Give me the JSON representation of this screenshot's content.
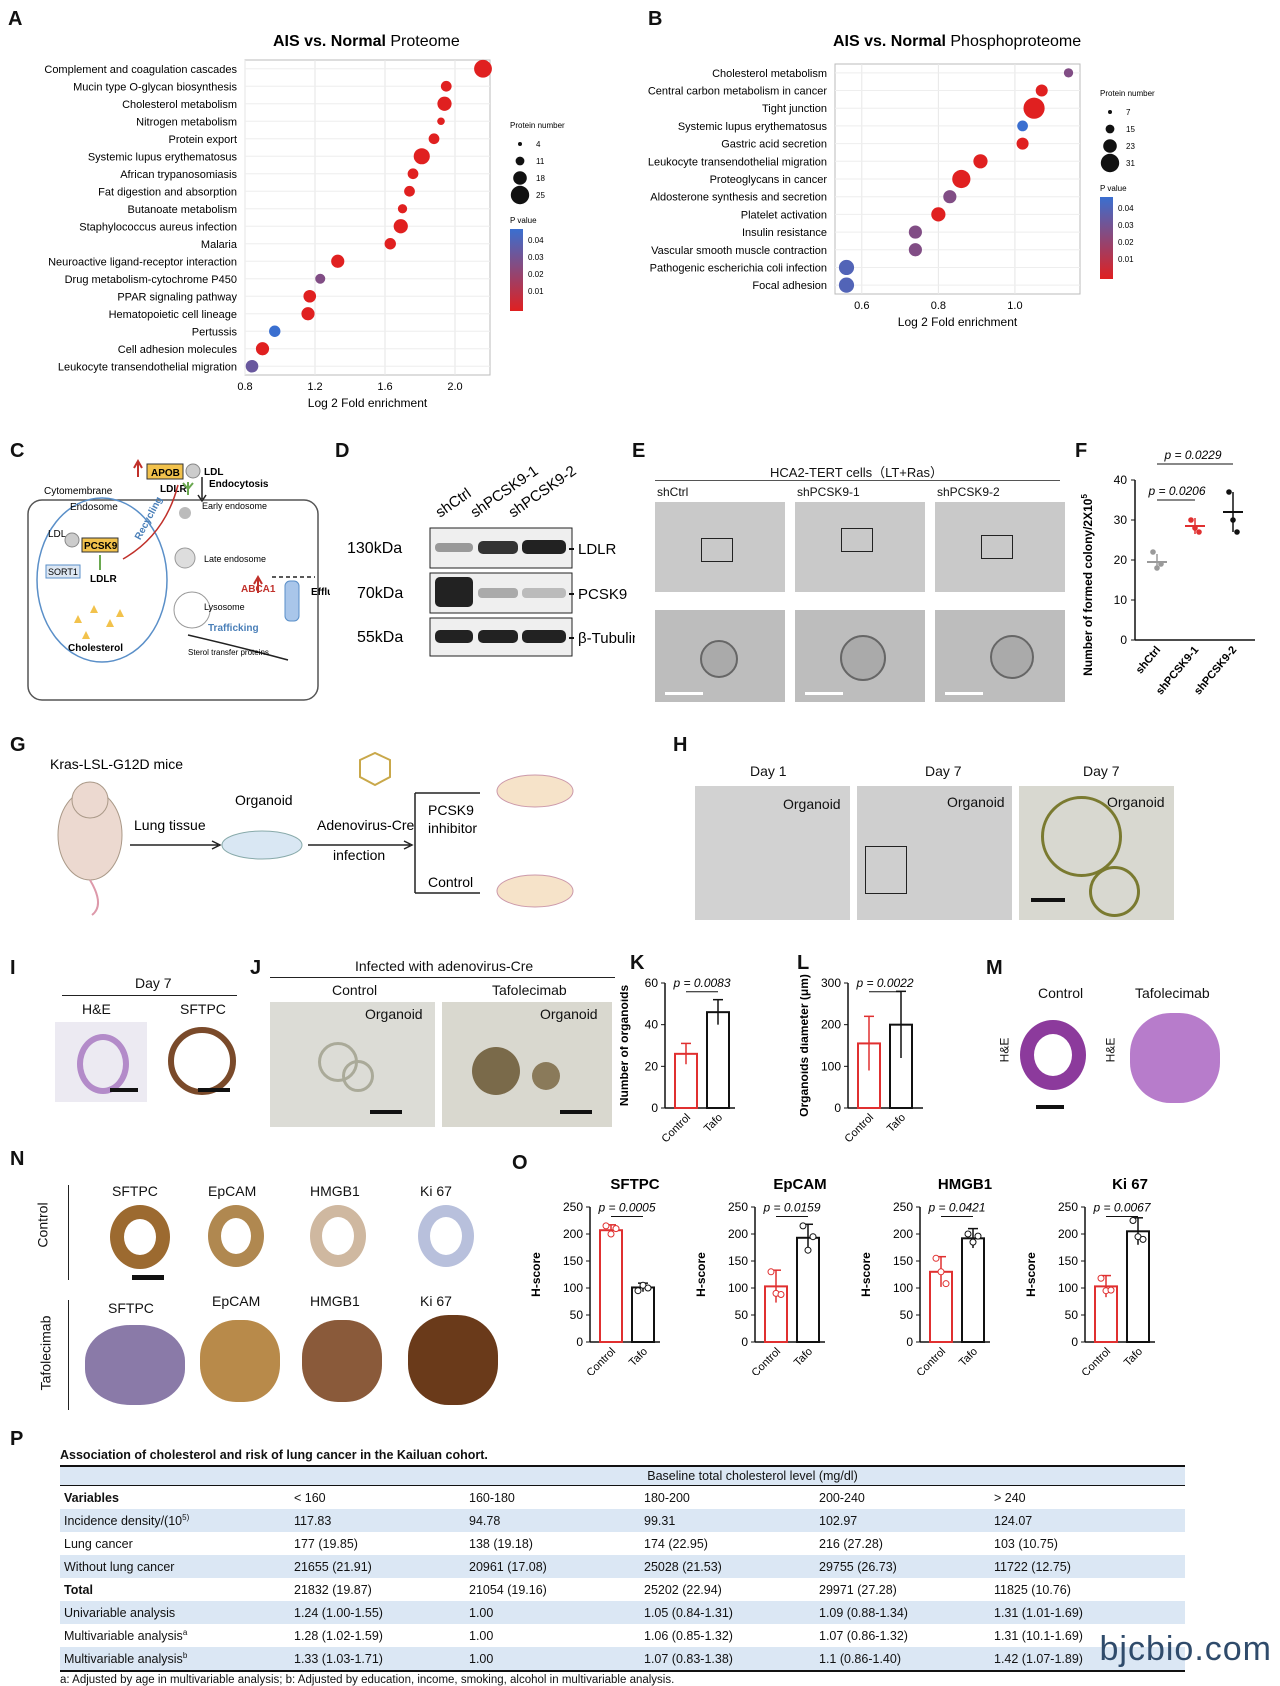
{
  "panels": [
    "A",
    "B",
    "C",
    "D",
    "E",
    "F",
    "G",
    "H",
    "I",
    "J",
    "K",
    "L",
    "M",
    "N",
    "O",
    "P"
  ],
  "chart_data": [
    {
      "id": "A",
      "type": "scatter",
      "title": {
        "bold": "AIS vs. Normal",
        "rest": "Proteome"
      },
      "xlabel": "Log 2 Fold enrichment",
      "xticks": [
        "0.8",
        "1.2",
        "1.6",
        "2.0"
      ],
      "xlim": [
        0.8,
        2.2
      ],
      "size_legend_title": "Protein number",
      "size_legend": [
        "4",
        "11",
        "18",
        "25"
      ],
      "color_legend_title": "P value",
      "color_legend": [
        "0.04",
        "0.03",
        "0.02",
        "0.01"
      ],
      "colors": {
        "low": "#e02020",
        "high": "#3a6fd0"
      },
      "terms": [
        "Complement and coagulation cascades",
        "Mucin type O-glycan biosynthesis",
        "Cholesterol metabolism",
        "Nitrogen metabolism",
        "Protein export",
        "Systemic lupus erythematosus",
        "African trypanosomiasis",
        "Fat digestion and absorption",
        "Butanoate metabolism",
        "Staphylococcus aureus infection",
        "Malaria",
        "Neuroactive ligand-receptor interaction",
        "Drug metabolism-cytochrome  P450",
        "PPAR signaling pathway",
        "Hematopoietic cell lineage",
        "Pertussis",
        "Cell adhesion molecules",
        "Leukocyte transendothelial  migration"
      ],
      "x": [
        2.16,
        1.95,
        1.94,
        1.92,
        1.88,
        1.81,
        1.76,
        1.74,
        1.7,
        1.69,
        1.63,
        1.33,
        1.23,
        1.17,
        1.16,
        0.97,
        0.9,
        0.84
      ],
      "size": [
        22,
        8,
        14,
        4,
        8,
        18,
        8,
        8,
        6,
        14,
        9,
        12,
        7,
        11,
        12,
        9,
        12,
        11
      ],
      "p": [
        0.01,
        0.01,
        0.01,
        0.01,
        0.01,
        0.01,
        0.01,
        0.01,
        0.01,
        0.01,
        0.01,
        0.01,
        0.03,
        0.01,
        0.01,
        0.045,
        0.01,
        0.035
      ]
    },
    {
      "id": "B",
      "type": "scatter",
      "title": {
        "bold": "AIS vs. Normal",
        "rest": "Phosphoproteome"
      },
      "xlabel": "Log 2 Fold enrichment",
      "xticks": [
        "0.6",
        "0.8",
        "1.0"
      ],
      "xlim": [
        0.53,
        1.17
      ],
      "size_legend_title": "Protein number",
      "size_legend": [
        "7",
        "15",
        "23",
        "31"
      ],
      "color_legend_title": "P value",
      "color_legend": [
        "0.04",
        "0.03",
        "0.02",
        "0.01"
      ],
      "colors": {
        "low": "#e02020",
        "high": "#3a6fd0"
      },
      "terms": [
        "Cholesterol metabolism",
        "Central carbon metabolism in cancer",
        "Tight junction",
        "Systemic lupus erythematosus",
        "Gastric acid secretion",
        "Leukocyte transendothelial  migration",
        "Proteoglycans  in cancer",
        "Aldosterone  synthesis  and  secretion",
        "Platelet activation",
        "Insulin  resistance",
        "Vascular smooth muscle contraction",
        "Pathogenic escherichia coli infection",
        "Focal adhesion"
      ],
      "x": [
        1.14,
        1.07,
        1.05,
        1.02,
        1.02,
        0.91,
        0.86,
        0.83,
        0.8,
        0.74,
        0.74,
        0.56,
        0.56
      ],
      "size": [
        6,
        10,
        31,
        8,
        10,
        14,
        23,
        12,
        14,
        12,
        12,
        16,
        16
      ],
      "p": [
        0.03,
        0.01,
        0.01,
        0.045,
        0.01,
        0.01,
        0.01,
        0.03,
        0.01,
        0.03,
        0.03,
        0.04,
        0.04
      ]
    },
    {
      "id": "F",
      "type": "scatter",
      "ylabel": "Number of formed colony/2X10",
      "ylabel_sup": "5",
      "categories": [
        "shCtrl",
        "shPCSK9-1",
        "shPCSK9-2"
      ],
      "ylim": [
        0,
        40
      ],
      "yticks": [
        "0",
        "10",
        "20",
        "30",
        "40"
      ],
      "means": [
        19.5,
        28.5,
        32
      ],
      "sd": [
        2,
        2,
        5
      ],
      "points": [
        [
          22,
          18,
          19
        ],
        [
          30,
          28,
          27
        ],
        [
          37,
          30,
          27
        ]
      ],
      "pvalues": [
        "p = 0.0206",
        "p = 0.0229"
      ],
      "colors": [
        "#9a9a9a",
        "#e03030",
        "#111111"
      ]
    },
    {
      "id": "K",
      "type": "bar",
      "ylabel": "Number of organoids",
      "categories": [
        "Control",
        "Tafo"
      ],
      "values": [
        26,
        46
      ],
      "sd": [
        5,
        6
      ],
      "ylim": [
        0,
        60
      ],
      "yticks": [
        "0",
        "20",
        "40",
        "60"
      ],
      "pvalue": "p = 0.0083"
    },
    {
      "id": "L",
      "type": "bar",
      "ylabel": "Organoids diameter (μm)",
      "categories": [
        "Control",
        "Tafo"
      ],
      "values": [
        155,
        200
      ],
      "sd": [
        65,
        80
      ],
      "ylim": [
        0,
        300
      ],
      "yticks": [
        "0",
        "100",
        "200",
        "300"
      ],
      "pvalue": "p = 0.0022"
    },
    {
      "id": "O1",
      "type": "bar",
      "title": "SFTPC",
      "ylabel": "H-score",
      "categories": [
        "Control",
        "Tafo"
      ],
      "values": [
        207,
        101
      ],
      "sd": [
        10,
        8
      ],
      "points": [
        [
          215,
          200,
          210
        ],
        [
          95,
          105,
          100
        ]
      ],
      "ylim": [
        0,
        250
      ],
      "yticks": [
        "0",
        "50",
        "100",
        "150",
        "200",
        "250"
      ],
      "pvalue": "p = 0.0005"
    },
    {
      "id": "O2",
      "type": "bar",
      "title": "EpCAM",
      "ylabel": "H-score",
      "categories": [
        "Control",
        "Tafo"
      ],
      "values": [
        103,
        193
      ],
      "sd": [
        30,
        25
      ],
      "points": [
        [
          130,
          90,
          88
        ],
        [
          215,
          170,
          195
        ]
      ],
      "ylim": [
        0,
        250
      ],
      "yticks": [
        "0",
        "50",
        "100",
        "150",
        "200",
        "250"
      ],
      "pvalue": "p = 0.0159"
    },
    {
      "id": "O3",
      "type": "bar",
      "title": "HMGB1",
      "ylabel": "H-score",
      "categories": [
        "Control",
        "Tafo"
      ],
      "values": [
        130,
        192
      ],
      "sd": [
        28,
        18
      ],
      "points": [
        [
          155,
          130,
          108
        ],
        [
          200,
          185,
          196
        ]
      ],
      "ylim": [
        0,
        250
      ],
      "yticks": [
        "0",
        "50",
        "100",
        "150",
        "200",
        "250"
      ],
      "pvalue": "p = 0.0421"
    },
    {
      "id": "O4",
      "type": "bar",
      "title": "Ki 67",
      "ylabel": "H-score",
      "categories": [
        "Control",
        "Tafo"
      ],
      "values": [
        103,
        205
      ],
      "sd": [
        20,
        25
      ],
      "points": [
        [
          118,
          95,
          96
        ],
        [
          225,
          195,
          190
        ]
      ],
      "ylim": [
        0,
        250
      ],
      "yticks": [
        "0",
        "50",
        "100",
        "150",
        "200",
        "250"
      ],
      "pvalue": "p = 0.0067"
    }
  ],
  "panel_C": {
    "cytomembrane": "Cytomembrane",
    "apob": "APOB",
    "ldl_top": "LDL",
    "ldlr_top": "LDLR",
    "endocytosis": "Endocytosis",
    "endosome": "Endosome",
    "ldl_in": "LDL",
    "pcsk9": "PCSK9",
    "sort1": "SORT1",
    "ldlr_in": "LDLR",
    "recycling": "Recycling",
    "early": "Early endosome",
    "late": "Late endosome",
    "lysosome": "Lysosome",
    "abca1": "ABCA1",
    "efflux": "Efflux",
    "trafficking": "Trafficking",
    "sterol": "Sterol transfer proteins",
    "cholesterol": "Cholesterol"
  },
  "panel_D": {
    "lanes": [
      "shCtrl",
      "shPCSK9-1",
      "shPCSK9-2"
    ],
    "markers": [
      "130kDa",
      "70kDa",
      "55kDa"
    ],
    "bands": [
      "LDLR",
      "PCSK9",
      "β-Tubulin"
    ]
  },
  "panel_E": {
    "title": "HCA2-TERT cells（LT+Ras）",
    "labels": [
      "shCtrl",
      "shPCSK9-1",
      "shPCSK9-2"
    ]
  },
  "panel_G": {
    "mice": "Kras-LSL-G12D mice",
    "lung": "Lung tissue",
    "organoid": "Organoid",
    "adeno": "Adenovirus-Cre",
    "infection": "infection",
    "inhibitor1": "PCSK9",
    "inhibitor2": "inhibitor",
    "control": "Control"
  },
  "panel_H": {
    "days": [
      "Day 1",
      "Day 7",
      "Day 7"
    ],
    "organoid": "Organoid"
  },
  "panel_I": {
    "day": "Day 7",
    "stains": [
      "H&E",
      "SFTPC"
    ]
  },
  "panel_J": {
    "title": "Infected with adenovirus-Cre",
    "groups": [
      "Control",
      "Tafolecimab"
    ],
    "organoid": "Organoid"
  },
  "panel_M": {
    "groups": [
      "Control",
      "Tafolecimab"
    ],
    "stain": "H&E"
  },
  "panel_N": {
    "rows": [
      "Control",
      "Tafolecimab"
    ],
    "markers": [
      "SFTPC",
      "EpCAM",
      "HMGB1",
      "Ki 67"
    ]
  },
  "table_P": {
    "title": "Association of  cholesterol and risk of lung cancer in the Kailuan cohort.",
    "span_header": "Baseline total cholesterol level (mg/dl)",
    "columns": [
      "Variables",
      "< 160",
      "160-180",
      "180-200",
      "200-240",
      "> 240"
    ],
    "rows": [
      [
        "Incidence density/(10",
        "117.83",
        "94.78",
        "99.31",
        "102.97",
        "124.07"
      ],
      [
        "Lung cancer",
        "177 (19.85)",
        "138 (19.18)",
        "174 (22.95)",
        "216 (27.28)",
        "103 (10.75)"
      ],
      [
        "Without lung cancer",
        "21655 (21.91)",
        "20961 (17.08)",
        "25028 (21.53)",
        "29755 (26.73)",
        "11722 (12.75)"
      ],
      [
        "Total",
        "21832 (19.87)",
        "21054 (19.16)",
        "25202 (22.94)",
        "29971 (27.28)",
        "11825 (10.76)"
      ],
      [
        "Univariable analysis",
        "1.24 (1.00-1.55)",
        "1.00",
        "1.05 (0.84-1.31)",
        "1.09 (0.88-1.34)",
        "1.31 (1.01-1.69)"
      ],
      [
        "Multivariable analysis",
        "1.28 (1.02-1.59)",
        "1.00",
        "1.06 (0.85-1.32)",
        "1.07 (0.86-1.32)",
        "1.31 (10.1-1.69)"
      ],
      [
        "Multivariable analysis",
        "1.33 (1.03-1.71)",
        "1.00",
        "1.07 (0.83-1.38)",
        "1.1 (0.86-1.40)",
        "1.42 (1.07-1.89)"
      ]
    ],
    "row_sups": [
      "5)",
      "",
      "",
      "",
      "",
      "a",
      "b"
    ],
    "footnote": "a: Adjusted by age in multivariable analysis;  b: Adjusted by education, income, smoking, alcohol  in multivariable analysis."
  },
  "watermark": "bjcbio.com"
}
